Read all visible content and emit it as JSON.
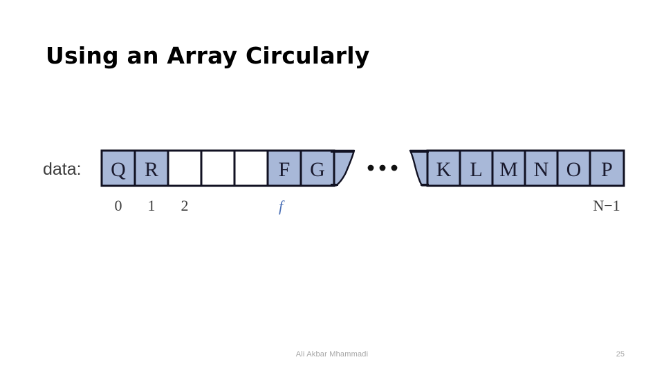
{
  "slide": {
    "title": "Using an Array Circularly",
    "page_number": "25",
    "author": "Ali Akbar Mhammadi",
    "background_color": "#ffffff",
    "title_color": "#000000"
  },
  "figure": {
    "row_label": "data:",
    "cell_fill_color": "#a8b8d8",
    "empty_cell_color": "#ffffff",
    "cell_border_color": "#111122",
    "ellipsis": "•••",
    "left_segment": {
      "cells": [
        {
          "value": "Q",
          "filled": true
        },
        {
          "value": "R",
          "filled": true
        },
        {
          "value": "",
          "filled": false
        },
        {
          "value": "",
          "filled": false
        },
        {
          "value": "",
          "filled": false
        },
        {
          "value": "F",
          "filled": true
        },
        {
          "value": "G",
          "filled": true
        }
      ],
      "torn_edge": "right"
    },
    "right_segment": {
      "cells": [
        {
          "value": "K",
          "filled": true
        },
        {
          "value": "L",
          "filled": true
        },
        {
          "value": "M",
          "filled": true
        },
        {
          "value": "N",
          "filled": true
        },
        {
          "value": "O",
          "filled": true
        },
        {
          "value": "P",
          "filled": true
        }
      ],
      "torn_edge": "left"
    },
    "index_labels": [
      {
        "text": "0",
        "kind": "index"
      },
      {
        "text": "1",
        "kind": "index"
      },
      {
        "text": "2",
        "kind": "index"
      },
      {
        "text": "f",
        "kind": "pointer",
        "color": "#4a6fb5"
      },
      {
        "text": "N−1",
        "kind": "index"
      }
    ]
  }
}
